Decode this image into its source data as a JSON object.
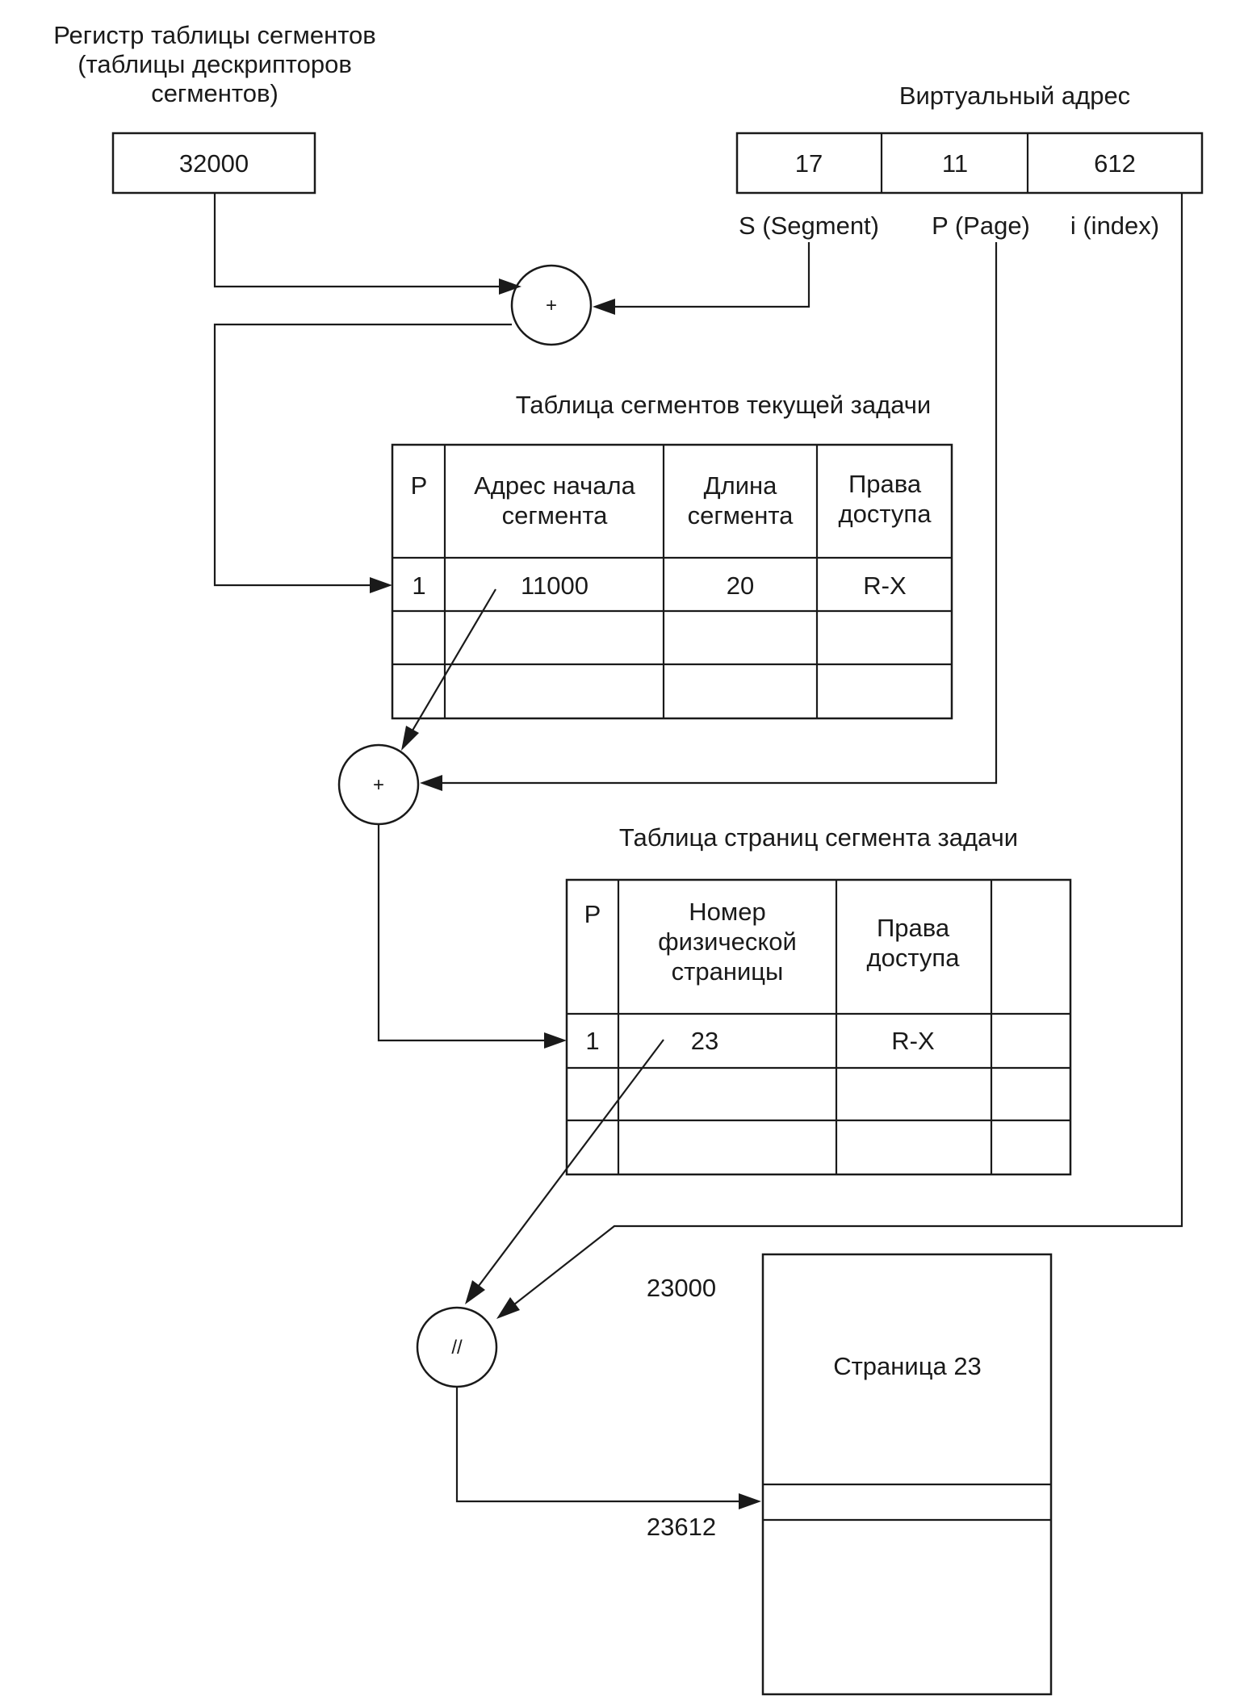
{
  "segment_table_register": {
    "caption_lines": [
      "Регистр таблицы сегментов",
      "(таблицы дескрипторов",
      "сегментов)"
    ],
    "value": "32000"
  },
  "virtual_address": {
    "caption": "Виртуальный адрес",
    "fields": [
      "17",
      "11",
      "612"
    ],
    "field_labels": [
      "S (Segment)",
      "P (Page)",
      "i (index)"
    ]
  },
  "adders": {
    "adder_1": "+",
    "adder_2": "+",
    "concat": "//"
  },
  "segment_table": {
    "caption": "Таблица сегментов текущей задачи",
    "headers": [
      [
        "P"
      ],
      [
        "Адрес начала",
        "сегмента"
      ],
      [
        "Длина",
        "сегмента"
      ],
      [
        "Права",
        "доступа"
      ]
    ],
    "row": [
      "1",
      "11000",
      "20",
      "R-X"
    ]
  },
  "page_table": {
    "caption": "Таблица страниц сегмента задачи",
    "headers": [
      [
        "P"
      ],
      [
        "Номер",
        "физической",
        "страницы"
      ],
      [
        "Права",
        "доступа"
      ],
      []
    ],
    "row": [
      "1",
      "23",
      "R-X",
      ""
    ]
  },
  "physical_page": {
    "title": "Страница 23",
    "start_address": "23000",
    "target_address": "23612"
  }
}
